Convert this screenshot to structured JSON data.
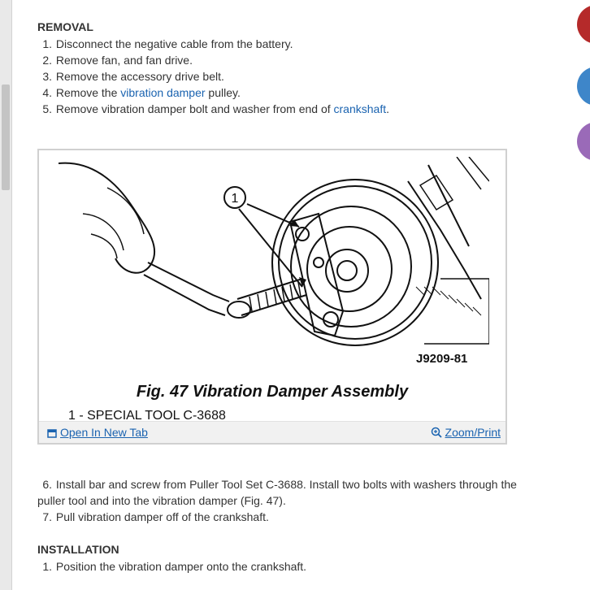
{
  "removal": {
    "heading": "REMOVAL",
    "steps": [
      {
        "num": "1.",
        "text": "Disconnect the negative cable from the battery."
      },
      {
        "num": "2.",
        "text": "Remove fan, and fan drive."
      },
      {
        "num": "3.",
        "text": "Remove the accessory drive belt."
      },
      {
        "num": "4.",
        "pre": "Remove the ",
        "link": "vibration damper",
        "post": " pulley."
      },
      {
        "num": "5.",
        "pre": "Remove vibration damper bolt and washer from end of ",
        "link": "crankshaft",
        "post": "."
      }
    ]
  },
  "figure": {
    "callout": "1",
    "code": "J9209-81",
    "caption": "Fig. 47 Vibration Damper Assembly",
    "legend": "1 - SPECIAL TOOL C-3688",
    "open_label": "Open In New Tab",
    "zoom_label": "Zoom/Print"
  },
  "continued": {
    "steps": [
      {
        "num": "6.",
        "text": "Install bar and screw from Puller Tool Set C-3688. Install two bolts with washers through the puller tool and into the vibration damper (Fig. 47)."
      },
      {
        "num": "7.",
        "text": "Pull vibration damper off of the crankshaft."
      }
    ]
  },
  "installation": {
    "heading": "INSTALLATION",
    "steps": [
      {
        "num": "1.",
        "text": "Position the vibration damper onto the crankshaft."
      }
    ]
  },
  "side_buttons": [
    {
      "name": "red-action-button",
      "color": "#b52a2a"
    },
    {
      "name": "blue-action-button",
      "color": "#3e86c9"
    },
    {
      "name": "purple-action-button",
      "color": "#9a6ab8"
    }
  ],
  "colors": {
    "link": "#1a63b0",
    "text": "#333333"
  }
}
